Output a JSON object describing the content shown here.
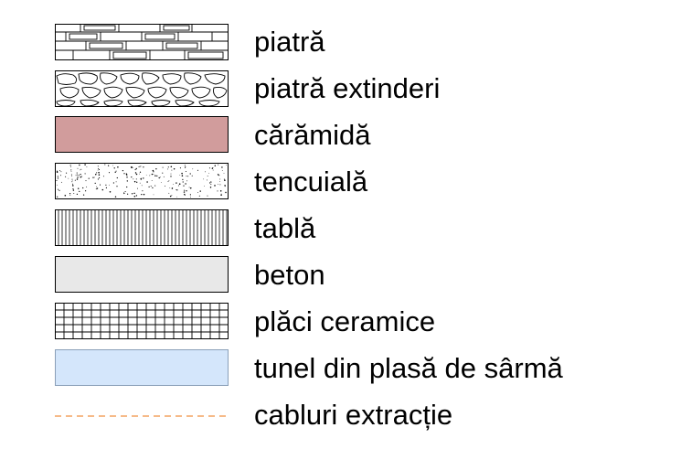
{
  "legend": {
    "items": [
      {
        "label": "piatră",
        "pattern": "stone-blocks-icon",
        "fill": "#ffffff"
      },
      {
        "label": "piatră extinderi",
        "pattern": "rubble-stone-icon",
        "fill": "#ffffff"
      },
      {
        "label": "cărămidă",
        "pattern": "solid-fill-icon",
        "fill": "#d19c9c"
      },
      {
        "label": "tencuială",
        "pattern": "stipple-dots-icon",
        "fill": "#ffffff"
      },
      {
        "label": "tablă",
        "pattern": "vertical-hatch-icon",
        "fill": "#ffffff"
      },
      {
        "label": "beton",
        "pattern": "solid-fill-icon",
        "fill": "#e8e8e8"
      },
      {
        "label": "plăci ceramice",
        "pattern": "grid-hatch-icon",
        "fill": "#ffffff"
      },
      {
        "label": "tunel din plasă de sârmă",
        "pattern": "solid-fill-icon",
        "fill": "#d4e6fb"
      },
      {
        "label": "cabluri extracție",
        "pattern": "dashed-line-icon",
        "fill": "#f4a460"
      }
    ]
  }
}
